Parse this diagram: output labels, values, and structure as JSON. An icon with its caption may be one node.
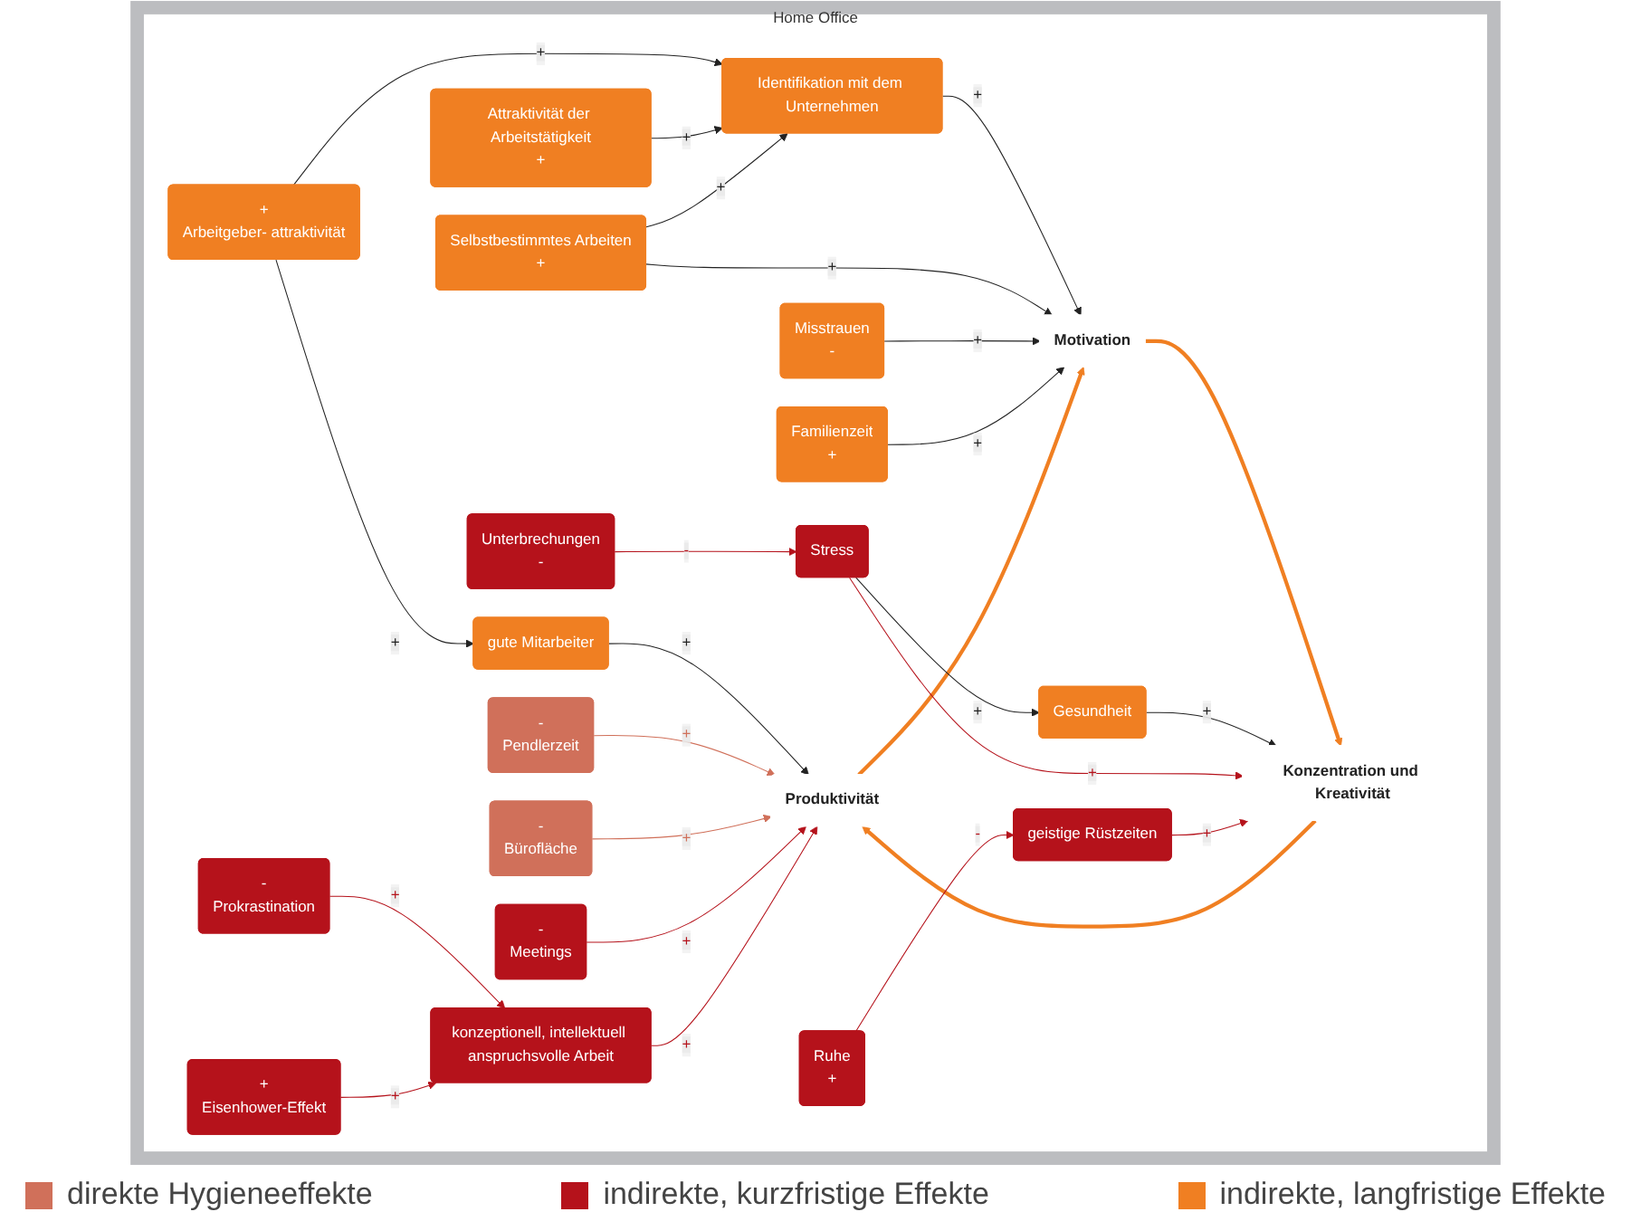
{
  "diagram": {
    "nodes": [
      {
        "text": [
          "Home Office"
        ]
      },
      {
        "text": [
          "+",
          "Arbeitgeber- attraktivität"
        ],
        "in": 0
      },
      {
        "text": [
          "Attraktivität der Arbeitstätigkeit",
          "+"
        ],
        "in": 0
      },
      {
        "text": [
          "-",
          "Pendlerzeit"
        ],
        "in": 0
      },
      {
        "text": [
          "gute Mitarbeiter"
        ],
        "in": 0
      },
      {
        "text": [
          "Identifikation mit dem Unternehmen"
        ],
        "in": 0
      },
      {
        "text": [
          "-",
          "Bürofläche"
        ],
        "in": 0
      },
      {
        "text": [
          "Selbstbestimmtes Arbeiten",
          "+"
        ],
        "in": 0
      },
      {
        "text": [
          "Produktivität"
        ],
        "in": 0
      },
      {
        "text": [
          "Motivation"
        ],
        "in": 0
      },
      {
        "text": [
          "Misstrauen",
          "-"
        ],
        "in": 0
      },
      {
        "text": [
          "-",
          "Meetings"
        ],
        "in": 0
      },
      {
        "text": [
          "konzeptionell, intellektuell anspruchsvolle Arbeit"
        ],
        "in": 0
      },
      {
        "text": [
          "Familienzeit",
          "+"
        ],
        "in": 0
      },
      {
        "text": [
          "Konzentration und Kreativität"
        ],
        "in": 0
      },
      {
        "text": [
          "-",
          "Prokrastination"
        ],
        "in": 0
      },
      {
        "text": [
          "geistige Rüstzeiten"
        ],
        "in": 0
      },
      {
        "text": [
          "Gesundheit"
        ],
        "in": 0
      },
      {
        "text": [
          "+",
          "Eisenhower-Effekt"
        ],
        "in": 0
      },
      {
        "text": [
          "Ruhe",
          "+"
        ],
        "in": 0
      },
      {
        "text": [
          "Stress"
        ],
        "in": 0
      },
      {
        "text": [
          "Unterbrechungen",
          "-"
        ],
        "in": 0
      }
    ],
    "edges": [
      {
        "from": 1,
        "to": 4,
        "arrow": "to",
        "label": "+"
      },
      {
        "from": 4,
        "to": 8,
        "arrow": "to",
        "label": "+"
      },
      {
        "from": 1,
        "to": 5,
        "arrow": "to",
        "label": "+"
      },
      {
        "from": 2,
        "to": 5,
        "arrow": "to",
        "label": "+"
      },
      {
        "from": 7,
        "to": 5,
        "arrow": "to",
        "label": "+"
      },
      {
        "from": 5,
        "to": 9,
        "arrow": "to",
        "label": "+"
      },
      {
        "from": 7,
        "to": 9,
        "arrow": "to",
        "label": "+"
      },
      {
        "from": 10,
        "to": 9,
        "arrow": "to",
        "label": "+"
      },
      {
        "from": 13,
        "to": 9,
        "arrow": "to",
        "label": "+"
      },
      {
        "from": 3,
        "to": 8,
        "arrow": "to",
        "label": "+",
        "color": "#d0705a"
      },
      {
        "from": 6,
        "to": 8,
        "arrow": "to",
        "label": "+",
        "color": "#d0705a"
      },
      {
        "from": 11,
        "to": 8,
        "arrow": "to",
        "label": "+",
        "color": "#b5121b"
      },
      {
        "from": 12,
        "to": 8,
        "arrow": "to",
        "label": "+",
        "color": "#b5121b"
      },
      {
        "from": 15,
        "to": 12,
        "arrow": "to",
        "label": "+",
        "color": "#b5121b"
      },
      {
        "from": 18,
        "to": 12,
        "arrow": "to",
        "label": "+",
        "color": "#b5121b"
      },
      {
        "from": 8,
        "to": 9,
        "arrow": "to",
        "style": "thick",
        "color": "#f07f22"
      },
      {
        "from": 9,
        "to": 14,
        "arrow": "to",
        "style": "thick",
        "color": "#f07f22"
      },
      {
        "from": 14,
        "to": 8,
        "arrow": "to",
        "style": "thick",
        "color": "#f07f22"
      },
      {
        "from": 17,
        "to": 14,
        "arrow": "to",
        "label": "+"
      },
      {
        "from": 20,
        "to": 17,
        "arrow": "to",
        "label": "+"
      },
      {
        "from": 20,
        "to": 14,
        "arrow": "to",
        "label": "+",
        "color": "#b5121b"
      },
      {
        "from": 21,
        "to": 20,
        "arrow": "to",
        "label": "-",
        "color": "#b5121b"
      },
      {
        "from": 16,
        "to": 14,
        "arrow": "to",
        "label": "+",
        "color": "#b5121b"
      },
      {
        "from": 19,
        "to": 16,
        "arrow": "to",
        "label": "-",
        "color": "#b5121b"
      }
    ],
    "legend": [
      {
        "text": "direkte Hygieneeffekte",
        "color": "#d0705a"
      },
      {
        "text": "indirekte, kurzfristige Effekte",
        "color": "#b5121b"
      },
      {
        "text": "indirekte, langfristige Effekte",
        "color": "#f07f22"
      }
    ]
  }
}
